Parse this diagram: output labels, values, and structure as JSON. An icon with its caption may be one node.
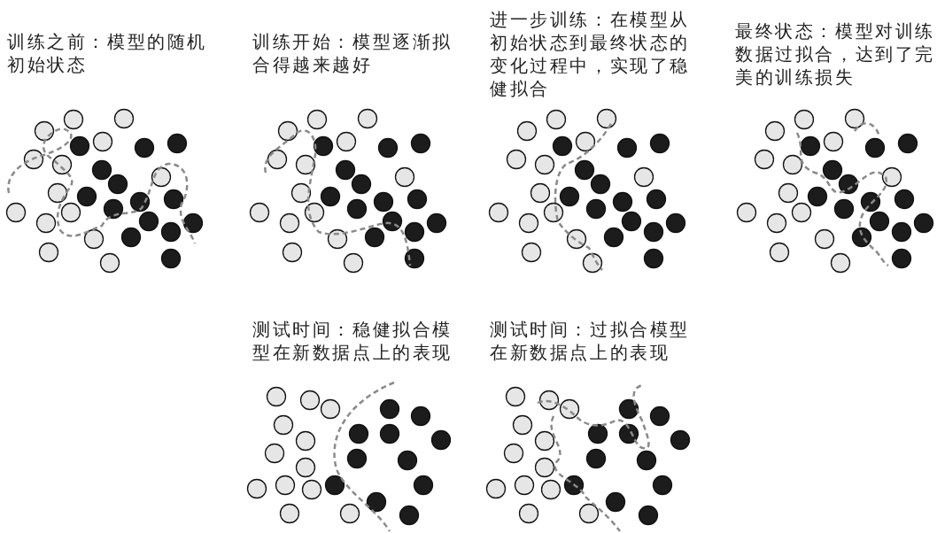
{
  "diagram": {
    "labels": [
      "训练之前：模型的随机初始状态",
      "训练开始：模型逐渐拟合得越来越好",
      "进一步训练：在模型从初始状态到最终状态的变化过程中，实现了稳健拟合",
      "最终状态：模型对训练数据过拟合，达到了完美的训练损失",
      "测试时间：稳健拟合模型在新数据点上的表现",
      "测试时间：过拟合模型在新数据点上的表现"
    ]
  }
}
